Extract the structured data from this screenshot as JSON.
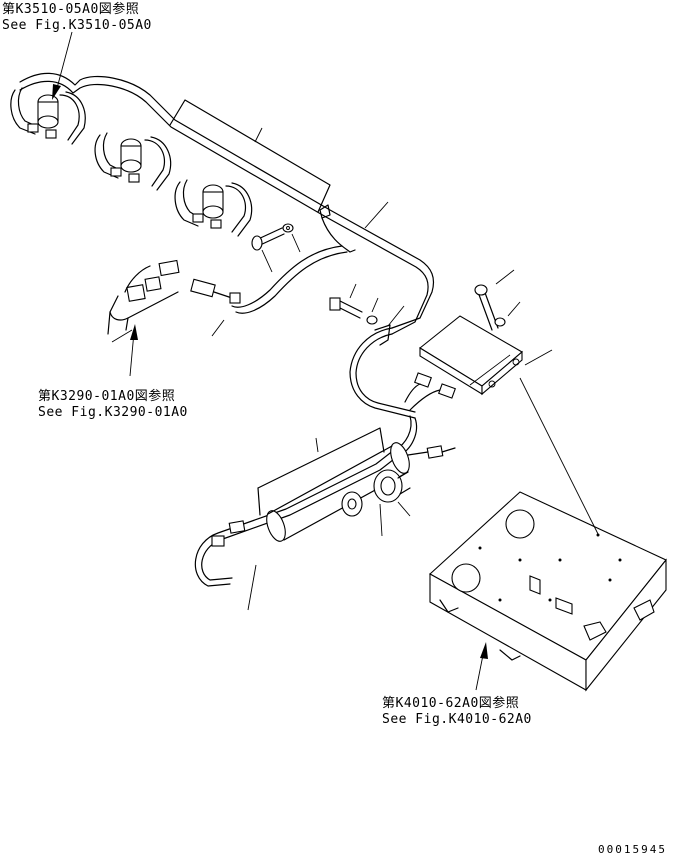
{
  "references": [
    {
      "jp": "第K3510-05A0図参照",
      "en": "See Fig.K3510-05A0"
    },
    {
      "jp": "第K3290-01A0図参照",
      "en": "See Fig.K3290-01A0"
    },
    {
      "jp": "第K4010-62A0図参照",
      "en": "See Fig.K4010-62A0"
    }
  ],
  "drawing_number": "00015945"
}
